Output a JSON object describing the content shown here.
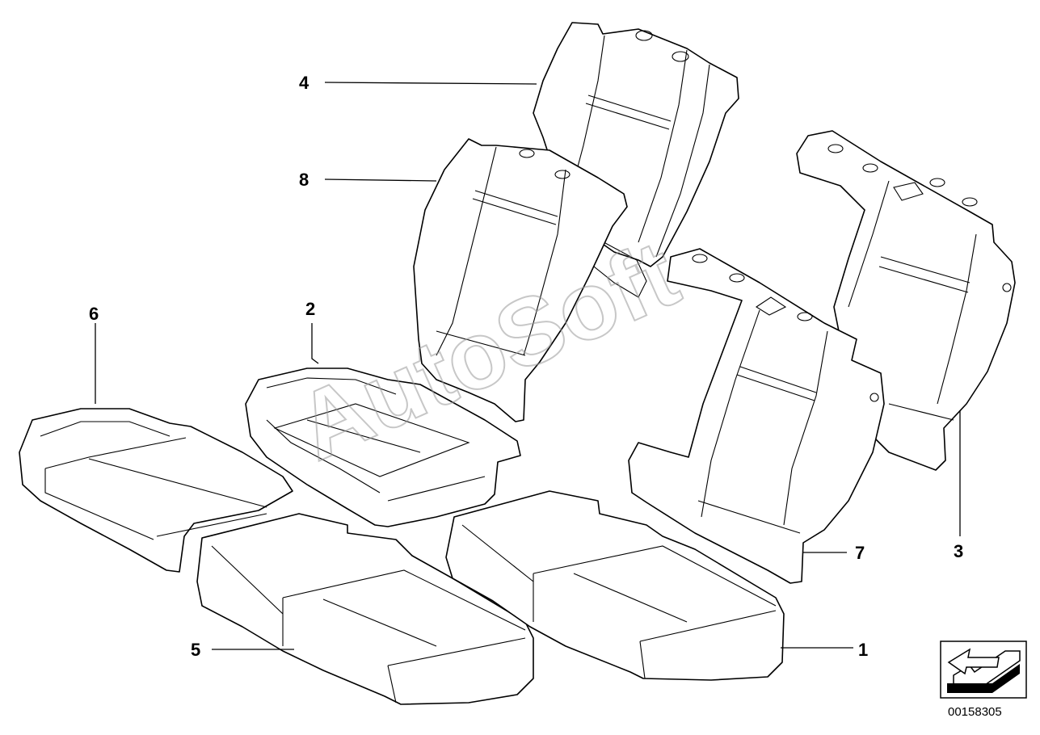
{
  "watermark": "AutoSoft",
  "document_number": "00158305",
  "callouts": [
    {
      "id": "1",
      "label": "1"
    },
    {
      "id": "2",
      "label": "2"
    },
    {
      "id": "3",
      "label": "3"
    },
    {
      "id": "4",
      "label": "4"
    },
    {
      "id": "5",
      "label": "5"
    },
    {
      "id": "6",
      "label": "6"
    },
    {
      "id": "7",
      "label": "7"
    },
    {
      "id": "8",
      "label": "8"
    }
  ],
  "direction_icon": "arrow-direction-icon",
  "colors": {
    "line": "#000000",
    "background": "#ffffff",
    "watermark": "#9a9a9a"
  }
}
